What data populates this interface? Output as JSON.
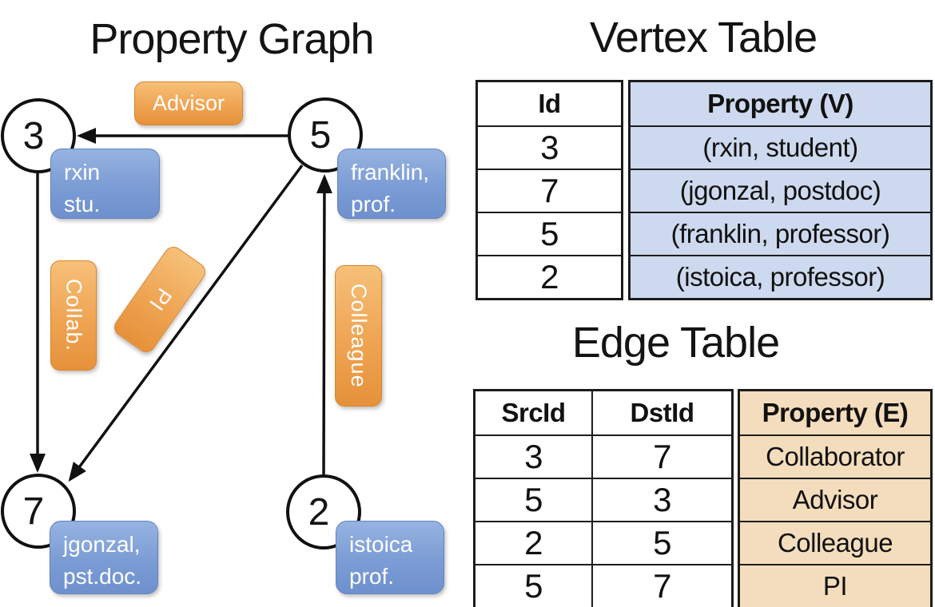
{
  "graph": {
    "title": "Property Graph",
    "nodes": [
      {
        "id": "3"
      },
      {
        "id": "5"
      },
      {
        "id": "7"
      },
      {
        "id": "2"
      }
    ],
    "vertex_boxes": [
      {
        "line1": "rxin",
        "line2": "stu."
      },
      {
        "line1": "franklin,",
        "line2": "prof."
      },
      {
        "line1": "jgonzal,",
        "line2": "pst.doc."
      },
      {
        "line1": "istoica",
        "line2": "prof."
      }
    ],
    "edge_boxes": [
      {
        "label": "Advisor"
      },
      {
        "label": "Collab."
      },
      {
        "label": "PI"
      },
      {
        "label": "Colleague"
      }
    ]
  },
  "vertex_table": {
    "title": "Vertex Table",
    "columns": {
      "id": "Id",
      "property": "Property (V)"
    },
    "rows": [
      {
        "id": "3",
        "property": "(rxin, student)"
      },
      {
        "id": "7",
        "property": "(jgonzal, postdoc)"
      },
      {
        "id": "5",
        "property": "(franklin, professor)"
      },
      {
        "id": "2",
        "property": "(istoica, professor)"
      }
    ]
  },
  "edge_table": {
    "title": "Edge Table",
    "columns": {
      "src": "SrcId",
      "dst": "DstId",
      "property": "Property (E)"
    },
    "rows": [
      {
        "src": "3",
        "dst": "7",
        "property": "Collaborator"
      },
      {
        "src": "5",
        "dst": "3",
        "property": "Advisor"
      },
      {
        "src": "2",
        "dst": "5",
        "property": "Colleague"
      },
      {
        "src": "5",
        "dst": "7",
        "property": "PI"
      }
    ]
  },
  "colors": {
    "edge_label_orange_top": "#f6c079",
    "edge_label_orange_bottom": "#e6913a",
    "vertex_label_blue_top": "#96b3e1",
    "vertex_label_blue_bottom": "#6e90cd",
    "vertex_table_tint": "#cdd9ee",
    "edge_table_tint": "#f4ddbc",
    "line_black": "#111111"
  }
}
